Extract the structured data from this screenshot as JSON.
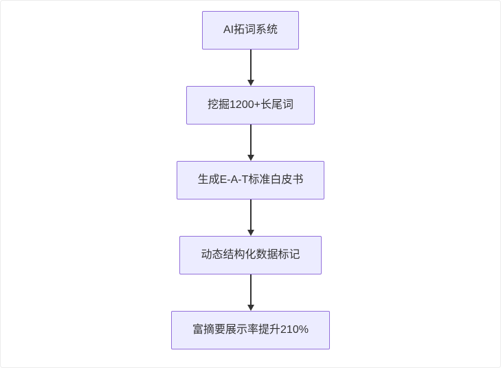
{
  "diagram": {
    "type": "flowchart",
    "direction": "top-down",
    "nodes": [
      {
        "id": "n1",
        "label": "AI拓词系统"
      },
      {
        "id": "n2",
        "label": "挖掘1200+长尾词"
      },
      {
        "id": "n3",
        "label": "生成E-A-T标准白皮书"
      },
      {
        "id": "n4",
        "label": "动态结构化数据标记"
      },
      {
        "id": "n5",
        "label": "富摘要展示率提升210%"
      }
    ],
    "edges": [
      {
        "from": "n1",
        "to": "n2"
      },
      {
        "from": "n2",
        "to": "n3"
      },
      {
        "from": "n3",
        "to": "n4"
      },
      {
        "from": "n4",
        "to": "n5"
      }
    ],
    "colors": {
      "node_fill": "#ECECFF",
      "node_border": "#9370DB",
      "text": "#333333",
      "arrow": "#333333",
      "background": "#FFFFFF"
    }
  }
}
